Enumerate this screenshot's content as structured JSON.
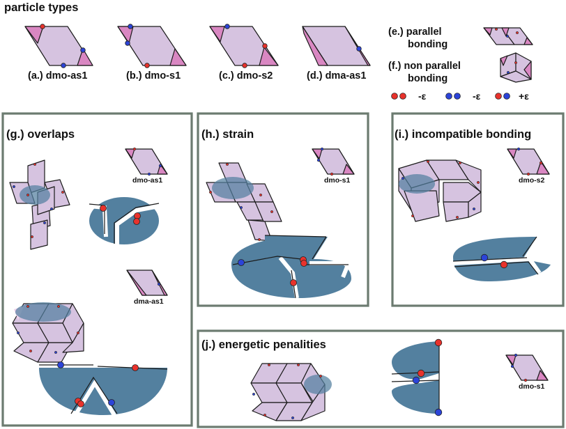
{
  "title": "particle types",
  "particles": [
    {
      "label": "(a.) dmo-as1"
    },
    {
      "label": "(b.) dmo-s1"
    },
    {
      "label": "(c.) dmo-s2"
    },
    {
      "label": "(d.) dma-as1"
    }
  ],
  "bonding": {
    "parallel_line1": "(e.) parallel",
    "parallel_line2": "bonding",
    "nonparallel_line1": "(f.) non parallel",
    "nonparallel_line2": "bonding"
  },
  "legend": [
    {
      "colors": [
        "red",
        "red"
      ],
      "label": "-ε"
    },
    {
      "colors": [
        "blue",
        "blue"
      ],
      "label": "-ε"
    },
    {
      "colors": [
        "red",
        "blue"
      ],
      "label": "+ε"
    }
  ],
  "panels": {
    "overlaps": {
      "title": "(g.) overlaps",
      "labels": [
        "dmo-as1",
        "dma-as1"
      ]
    },
    "strain": {
      "title": "(h.) strain",
      "labels": [
        "dmo-s1"
      ]
    },
    "incompatible": {
      "title": "(i.) incompatible bonding",
      "labels": [
        "dmo-s2"
      ]
    },
    "energetic": {
      "title": "(j.) energetic penalities",
      "labels": [
        "dmo-s1"
      ]
    }
  },
  "colors": {
    "rhombus": "#d6c3e0",
    "triangle": "#d987c2",
    "blob": "#53809f",
    "frame": "#6c7b70",
    "red": "#e8322c",
    "blue": "#2c44d8"
  }
}
